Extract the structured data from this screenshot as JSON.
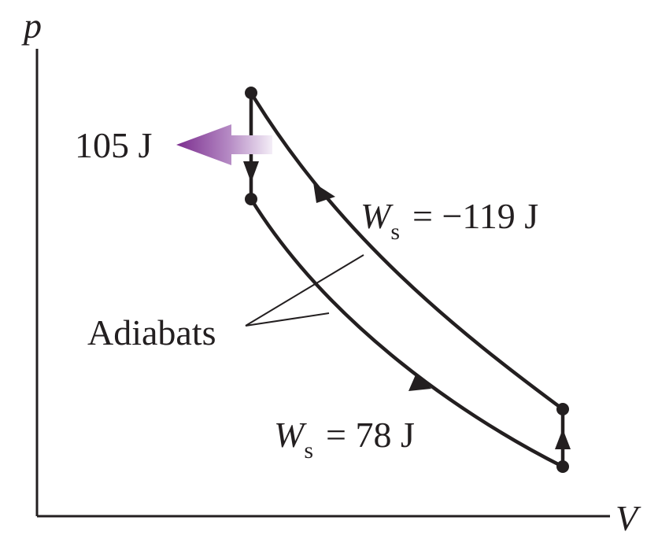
{
  "axes": {
    "y_label": "p",
    "x_label": "V"
  },
  "heat": {
    "label": "105 J",
    "arrow_color_strong": "#7b2d8e",
    "arrow_color_light": "#e9dcef"
  },
  "adiabat_labels": {
    "text": "Adiabats"
  },
  "work_upper": {
    "symbol": "W",
    "subscript": "s",
    "value": "= −119 J"
  },
  "work_lower": {
    "symbol": "W",
    "subscript": "s",
    "value": "= 78 J"
  },
  "colors": {
    "ink": "#231f20",
    "background": "#ffffff"
  }
}
